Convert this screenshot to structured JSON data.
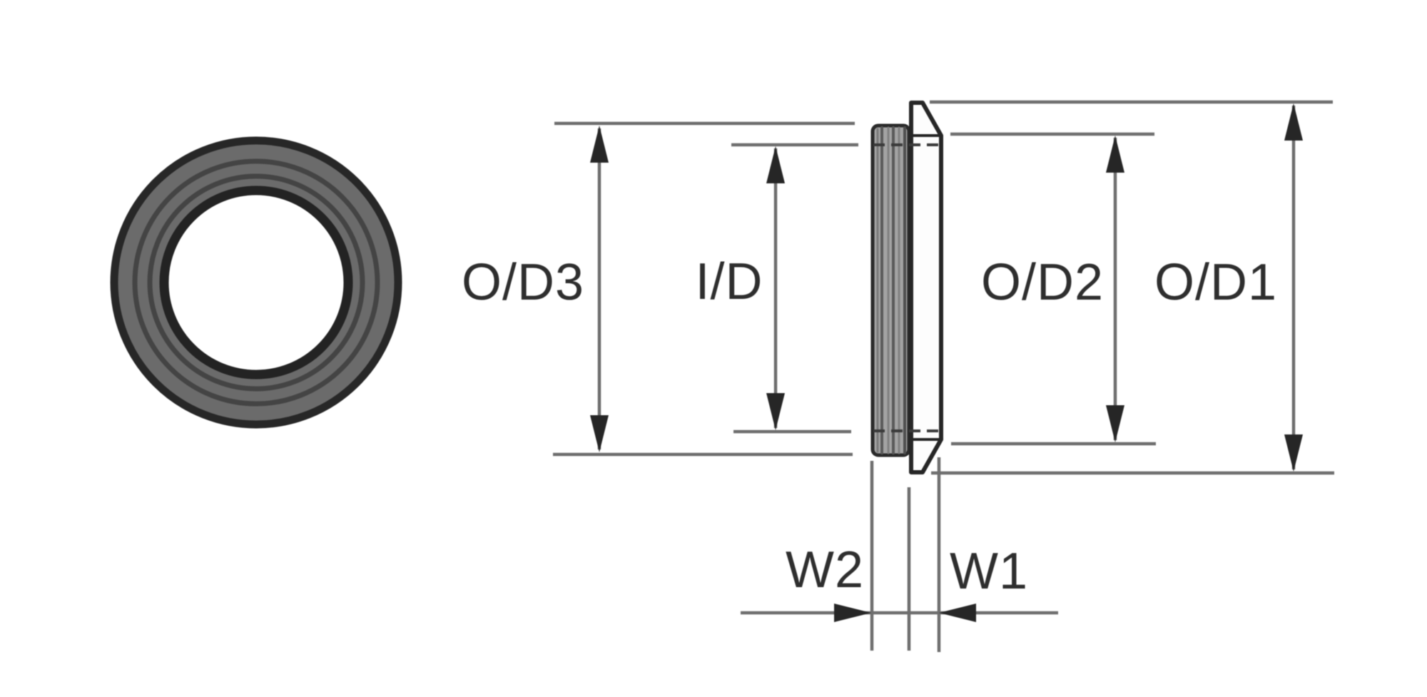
{
  "drawing": {
    "labels": {
      "od3": "O/D3",
      "id": "I/D",
      "od2": "O/D2",
      "od1": "O/D1",
      "w2": "W2",
      "w1": "W1"
    }
  },
  "colors": {
    "background": "#ffffff",
    "ink": "#262626",
    "line-gray": "#6e6e6e",
    "ring-body": "#6b6b6b",
    "ring-edge": "#272727",
    "sleeve-fill": "#a3a3a3",
    "rib": "#5a5a5a",
    "flange-fill": "#fdfdfd"
  }
}
